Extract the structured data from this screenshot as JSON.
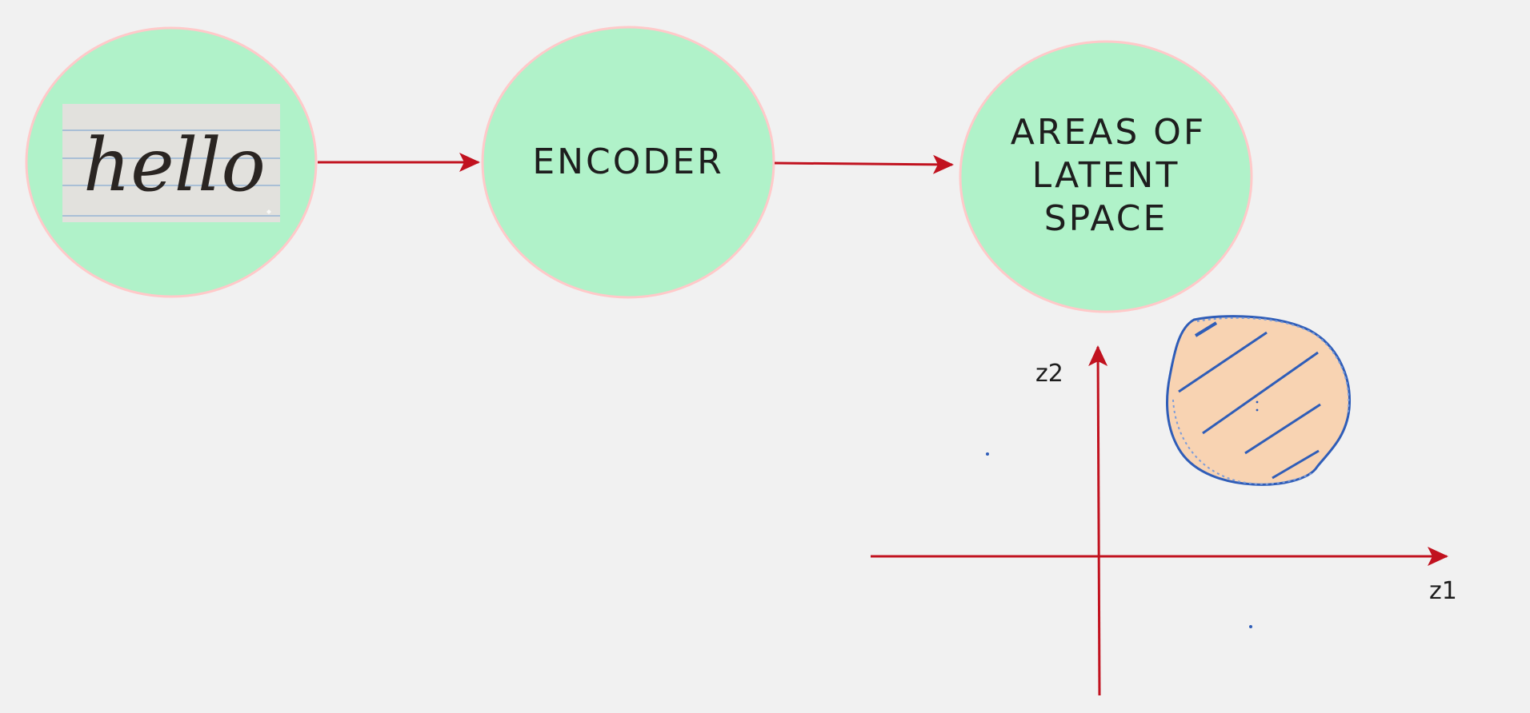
{
  "nodes": {
    "input": {
      "image_text": "hello"
    },
    "encoder": {
      "label": "ENCODER"
    },
    "latent": {
      "lines": [
        "AREAS OF",
        "LATENT",
        "SPACE"
      ]
    }
  },
  "axes": {
    "x_label": "z1",
    "y_label": "z2"
  },
  "colors": {
    "background": "#f1f1f1",
    "node_fill": "#b0f2c9",
    "node_stroke": "#ffc9c9",
    "arrow": "#c1121f",
    "region_fill": "#f8d3b2",
    "region_stroke": "#2f5db8",
    "paper": "#e2e1dd",
    "paper_lines": "#a9bfd6"
  }
}
